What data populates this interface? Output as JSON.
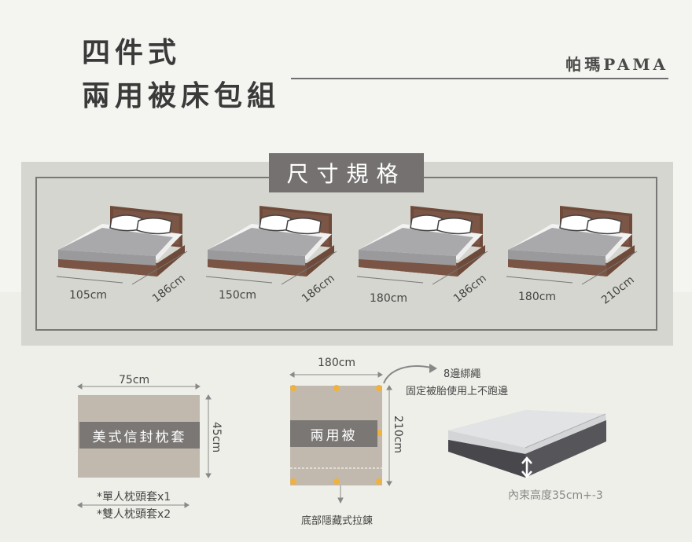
{
  "header": {
    "title_line1": "四件式",
    "title_line2": "兩用被床包組",
    "brand": "帕瑪PAMA"
  },
  "size_section": {
    "badge": "尺寸規格",
    "beds": [
      {
        "width_label": "105cm",
        "length_label": "186cm"
      },
      {
        "width_label": "150cm",
        "length_label": "186cm"
      },
      {
        "width_label": "180cm",
        "length_label": "186cm"
      },
      {
        "width_label": "180cm",
        "length_label": "210cm"
      }
    ]
  },
  "pillowcase": {
    "label": "美式信封枕套",
    "width_label": "75cm",
    "height_label": "45cm",
    "note1": "*單人枕頭套x1",
    "note2": "*雙人枕頭套x2"
  },
  "duvet": {
    "label": "兩用被",
    "width_label": "180cm",
    "height_label": "210cm",
    "ties_title": "8邊綁繩",
    "ties_desc": "固定被胎使用上不跑邊",
    "zipper_note": "底部隱藏式拉鍊"
  },
  "fitted_sheet": {
    "height_note": "內束高度35cm+-3"
  },
  "colors": {
    "accent_dot": "#f0b23c",
    "frame_wood": "#6e4a3a",
    "sheet_gray": "#a9a9ab",
    "label_bg": "#7a7775"
  }
}
